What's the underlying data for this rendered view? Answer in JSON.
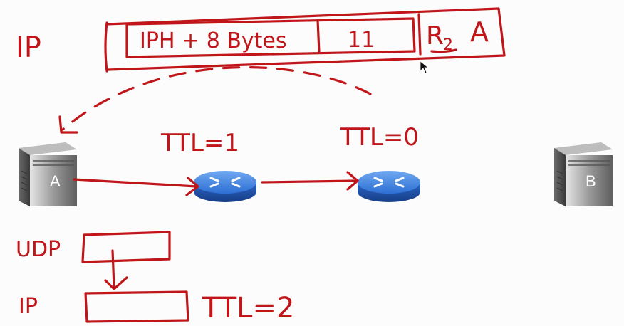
{
  "ip_packet": {
    "label": "IP",
    "payload": "IPH + 8 Bytes",
    "protocol": "11",
    "src_router": "R",
    "src_router_sub": "2",
    "dest": "A"
  },
  "hosts": {
    "left_label": "A",
    "right_label": "B"
  },
  "routers": {
    "router1_ttl": "TTL=1",
    "router2_ttl": "TTL=0"
  },
  "stack": {
    "udp_label": "UDP",
    "ip_label": "IP",
    "ip_ttl": "TTL=2"
  },
  "colors": {
    "ink": "#c0161a",
    "router_blue": "#2f6fd6",
    "server_gray": "#8a8a8a"
  }
}
